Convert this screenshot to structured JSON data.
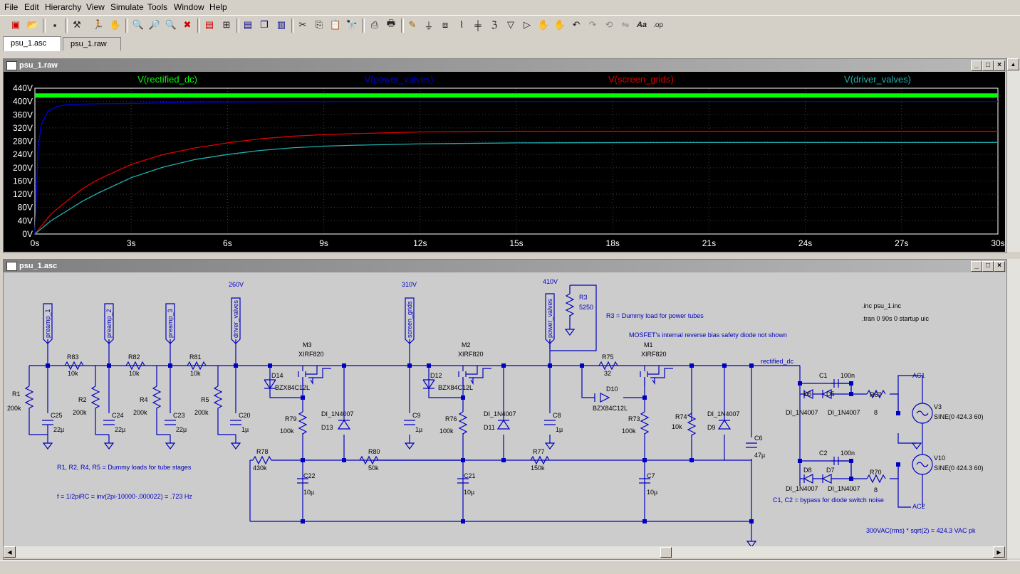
{
  "menu": [
    "File",
    "Edit",
    "Hierarchy",
    "View",
    "Simulate",
    "Tools",
    "Window",
    "Help"
  ],
  "tabs": [
    {
      "label": "psu_1.asc",
      "active": true
    },
    {
      "label": "psu_1.raw",
      "active": false
    }
  ],
  "plot_window": {
    "title": "psu_1.raw",
    "traces": [
      {
        "label": "V(rectified_dc)",
        "color": "#00ff00"
      },
      {
        "label": "V(power_valves)",
        "color": "#0000e0"
      },
      {
        "label": "V(screen_grids)",
        "color": "#e00000"
      },
      {
        "label": "V(driver_valves)",
        "color": "#20b0b0"
      }
    ]
  },
  "chart_data": {
    "type": "line",
    "xlabel": "",
    "ylabel": "",
    "xlim": [
      0,
      30
    ],
    "ylim": [
      0,
      440
    ],
    "xticks": [
      "0s",
      "3s",
      "6s",
      "9s",
      "12s",
      "15s",
      "18s",
      "21s",
      "24s",
      "27s",
      "30s"
    ],
    "yticks": [
      "0V",
      "40V",
      "80V",
      "120V",
      "160V",
      "200V",
      "240V",
      "280V",
      "320V",
      "360V",
      "400V",
      "440V"
    ],
    "grid": true,
    "series": [
      {
        "name": "V(rectified_dc)",
        "color": "#00ff00",
        "x": [
          0,
          1,
          5,
          10,
          15,
          20,
          25,
          30
        ],
        "y": [
          418,
          418,
          418,
          418,
          418,
          418,
          418,
          418
        ]
      },
      {
        "name": "V(power_valves)",
        "color": "#0000e0",
        "x": [
          0,
          0.1,
          0.2,
          0.4,
          0.7,
          1,
          1.5,
          2,
          3,
          5,
          10,
          20,
          30
        ],
        "y": [
          0,
          260,
          330,
          370,
          385,
          390,
          392,
          393,
          394,
          398,
          400,
          400,
          400
        ]
      },
      {
        "name": "V(screen_grids)",
        "color": "#e00000",
        "x": [
          0,
          0.5,
          1,
          1.5,
          2,
          3,
          4,
          5,
          6,
          7,
          8,
          9,
          10,
          12,
          15,
          20,
          25,
          30
        ],
        "y": [
          0,
          60,
          100,
          138,
          166,
          210,
          240,
          260,
          275,
          287,
          295,
          300,
          303,
          308,
          310,
          310,
          310,
          310
        ]
      },
      {
        "name": "V(driver_valves)",
        "color": "#20b0b0",
        "x": [
          0,
          0.5,
          1,
          1.5,
          2,
          3,
          4,
          5,
          6,
          7,
          8,
          9,
          10,
          12,
          15,
          20,
          25,
          30
        ],
        "y": [
          0,
          40,
          70,
          100,
          125,
          170,
          202,
          225,
          240,
          252,
          260,
          265,
          268,
          272,
          275,
          276,
          276,
          276
        ]
      }
    ]
  },
  "schematic_window": {
    "title": "psu_1.asc",
    "texts": {
      "v260": "260V",
      "v310": "310V",
      "v410": "410V",
      "net_preamp1": "preamp_1",
      "net_preamp2": "preamp_2",
      "net_preamp3": "preamp_3",
      "net_driver": "driver_valves",
      "net_screen": "screen_grids",
      "net_power": "power_valves",
      "net_rect": "rectified_dc",
      "r3": "R3",
      "r3v": "5250",
      "r3_note": "R3 = Dummy load for power tubes",
      "inc": ".inc psu_1.inc",
      "tran": ".tran 0 90s 0 startup uic",
      "mosfet_note": "MOSFET's internal reverse bias safety diode not shown",
      "m3": "M3",
      "m3v": "XIRF820",
      "m2": "M2",
      "m2v": "XIRF820",
      "m1": "M1",
      "m1v": "XIRF820",
      "r83": "R83",
      "r83v": "10k",
      "r82": "R82",
      "r82v": "10k",
      "r81": "R81",
      "r81v": "10k",
      "r75": "R75",
      "r75v": "32",
      "r1": "R1",
      "r1v": "200k",
      "r2": "R2",
      "r2v": "200k",
      "r4": "R4",
      "r4v": "200k",
      "r5": "R5",
      "r5v": "200k",
      "c25": "C25",
      "c25v": "22µ",
      "c24": "C24",
      "c24v": "22µ",
      "c23": "C23",
      "c23v": "22µ",
      "c20": "C20",
      "c20v": "1µ",
      "d14": "D14",
      "d14v": "BZX84C12L",
      "d12": "D12",
      "d12v": "BZX84C12L",
      "d10": "D10",
      "d10v": "BZX84C12L",
      "r79": "R79",
      "r79v": "100k",
      "r76": "R76",
      "r76v": "100k",
      "r73": "R73",
      "r73v": "100k",
      "r74": "R74",
      "r74v": "10k",
      "d13m": "DI_1N4007",
      "d13": "D13",
      "d11m": "DI_1N4007",
      "d11": "D11",
      "d9m": "DI_1N4007",
      "d9": "D9",
      "c9": "C9",
      "c9v": "1µ",
      "c8": "C8",
      "c8v": "1µ",
      "c6": "C6",
      "c6v": "47µ",
      "r78": "R78",
      "r78v": "430k",
      "r80": "R80",
      "r80v": "50k",
      "r77": "R77",
      "r77v": "150k",
      "c22": "C22",
      "c22v": "10µ",
      "c21": "C21",
      "c21v": "10µ",
      "c7": "C7",
      "c7v": "10µ",
      "c1": "C1",
      "c1v": "100n",
      "c2": "C2",
      "c2v": "100n",
      "d6": "D6",
      "d5": "D5",
      "d8": "D8",
      "d7": "D7",
      "dm": "DI_1N4007",
      "r67": "R67",
      "r67v": "8",
      "r70": "R70",
      "r70v": "8",
      "v3": "V3",
      "v3v": "SINE(0 424.3 60)",
      "v10": "V10",
      "v10v": "SINE(0 424.3 60)",
      "ac1": "AC1",
      "ac2": "AC2",
      "note_dummy": "R1, R2, R4, R5 = Dummy loads for tube stages",
      "note_f": "f = 1/2piRC = inv(2pi·10000·.000022) = .723 Hz",
      "note_c1c2": "C1, C2 = bypass for diode switch noise",
      "note_vac": "300VAC(rms) * sqrt(2) = 424.3 VAC pk"
    }
  }
}
